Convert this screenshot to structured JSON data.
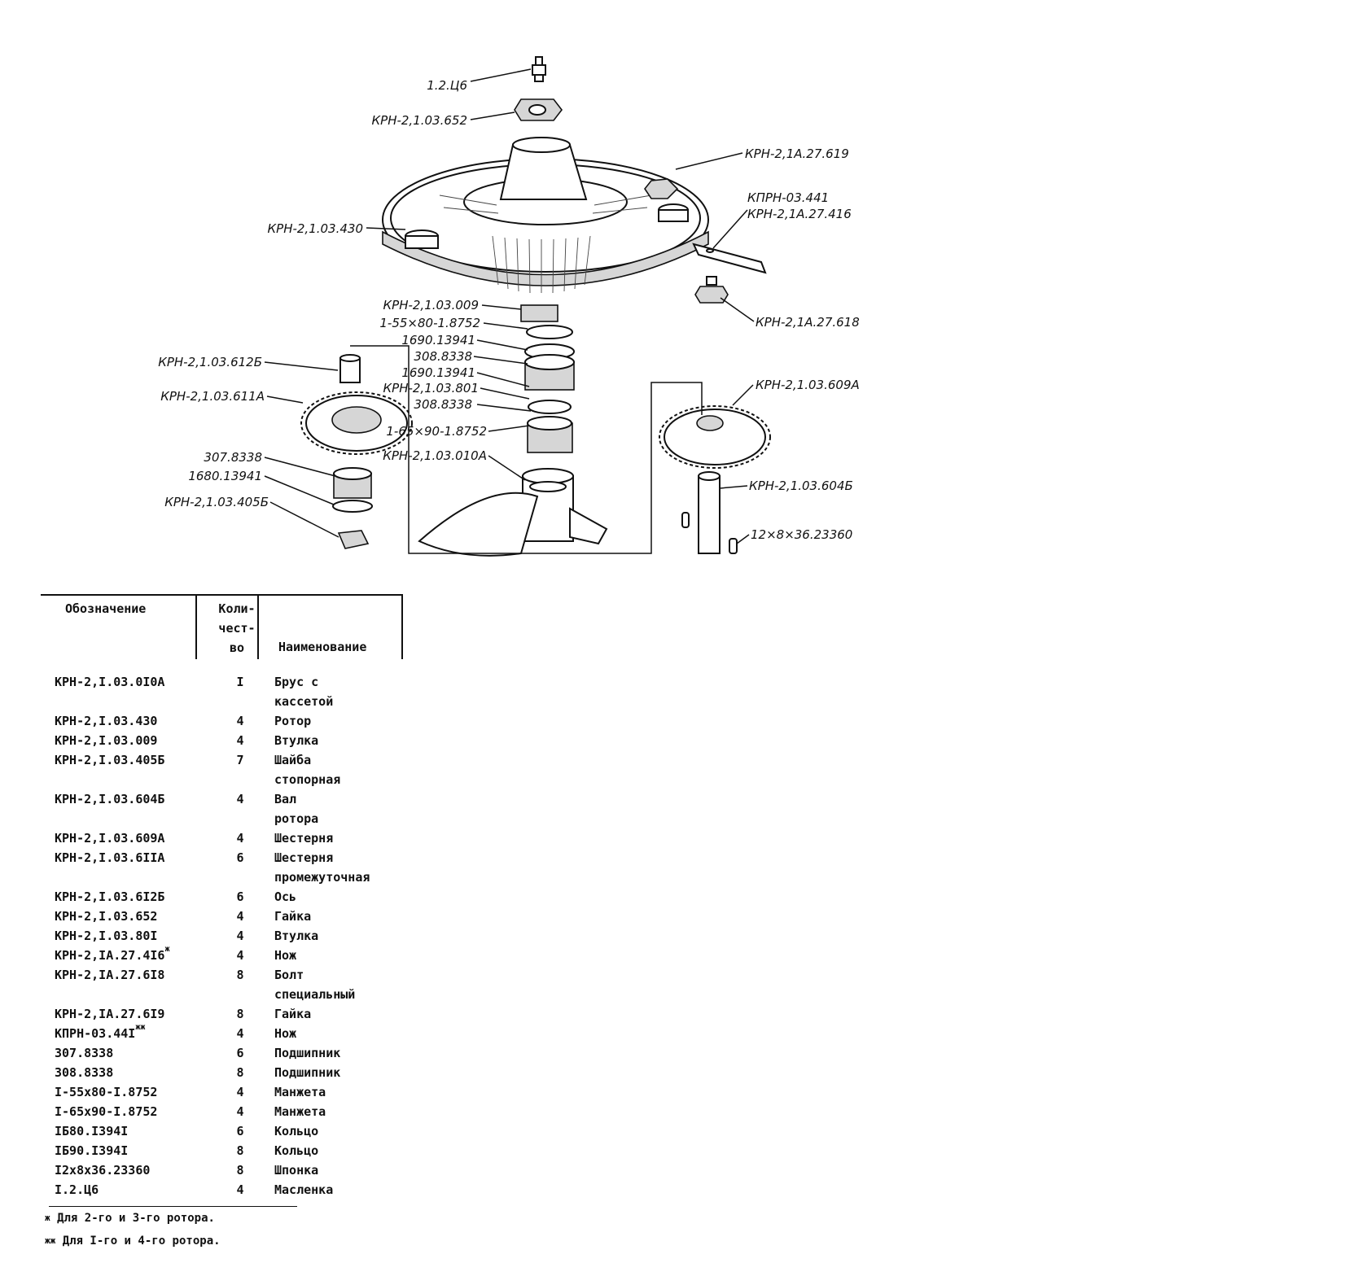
{
  "diagram": {
    "labels": {
      "oiler": "1.2.Ц6",
      "nut": "КРН-2,1.03.652",
      "nut_rotor": "КРН-2,1А.27.619",
      "knife_a": "КПРН-03.441",
      "knife_b": "КРН-2,1А.27.416",
      "rotor": "КРН-2,1.03.430",
      "bolt": "КРН-2,1А.27.618",
      "bushing": "КРН-2,1.03.009",
      "seal_55": "1-55×80-1.8752",
      "ring_1690a": "1690.13941",
      "bearing_308a": "308.8338",
      "ring_1690b": "1690.13941",
      "bushing_801": "КРН-2,1.03.801",
      "bearing_308b": "308.8338",
      "seal_65": "1-65×90-1.8752",
      "beam": "КРН-2,1.03.010А",
      "axle": "КРН-2,1.03.612Б",
      "idler_gear": "КРН-2,1.03.611А",
      "bearing_307": "307.8338",
      "ring_1680": "1680.13941",
      "washer": "КРН-2,1.03.405Б",
      "rotor_gear": "КРН-2,1.03.609А",
      "shaft": "КРН-2,1.03.604Б",
      "key": "12×8×36.23360"
    }
  },
  "table": {
    "headers": {
      "designation": "Обозначение",
      "quantity_lines": [
        "Коли-",
        "чест-",
        "во"
      ],
      "name": "Наименование"
    },
    "rows": [
      {
        "designation": "КРН-2,I.03.0I0А",
        "mark": "",
        "qty": "I",
        "name_lines": [
          "Брус с",
          "кассетой"
        ]
      },
      {
        "designation": "КРН-2,I.03.430",
        "mark": "",
        "qty": "4",
        "name_lines": [
          "Ротор"
        ]
      },
      {
        "designation": "КРН-2,I.03.009",
        "mark": "",
        "qty": "4",
        "name_lines": [
          "Втулка"
        ]
      },
      {
        "designation": "КРН-2,I.03.405Б",
        "mark": "",
        "qty": "7",
        "name_lines": [
          "Шайба",
          "стопорная"
        ]
      },
      {
        "designation": "КРН-2,I.03.604Б",
        "mark": "",
        "qty": "4",
        "name_lines": [
          "Вал",
          "ротора"
        ]
      },
      {
        "designation": "КРН-2,I.03.609А",
        "mark": "",
        "qty": "4",
        "name_lines": [
          "Шестерня"
        ]
      },
      {
        "designation": "КРН-2,I.03.6IIА",
        "mark": "",
        "qty": "6",
        "name_lines": [
          "Шестерня",
          "промежуточная"
        ]
      },
      {
        "designation": "КРН-2,I.03.6I2Б",
        "mark": "",
        "qty": "6",
        "name_lines": [
          "Ось"
        ]
      },
      {
        "designation": "КРН-2,I.03.652",
        "mark": "",
        "qty": "4",
        "name_lines": [
          "Гайка"
        ]
      },
      {
        "designation": "КРН-2,I.03.80I",
        "mark": "",
        "qty": "4",
        "name_lines": [
          "Втулка"
        ]
      },
      {
        "designation": "КРН-2,IА.27.4I6",
        "mark": "ж",
        "qty": "4",
        "name_lines": [
          "Нож"
        ]
      },
      {
        "designation": "КРН-2,IА.27.6I8",
        "mark": "",
        "qty": "8",
        "name_lines": [
          "Болт",
          "специальный"
        ]
      },
      {
        "designation": "КРН-2,IА.27.6I9",
        "mark": "",
        "qty": "8",
        "name_lines": [
          "Гайка"
        ]
      },
      {
        "designation": "КПРН-03.44I",
        "mark": "жж",
        "qty": "4",
        "name_lines": [
          "Нож"
        ]
      },
      {
        "designation": "307.8338",
        "mark": "",
        "qty": "6",
        "name_lines": [
          "Подшипник"
        ]
      },
      {
        "designation": "308.8338",
        "mark": "",
        "qty": "8",
        "name_lines": [
          "Подшипник"
        ]
      },
      {
        "designation": "I-55х80-I.8752",
        "mark": "",
        "qty": "4",
        "name_lines": [
          "Манжета"
        ]
      },
      {
        "designation": "I-65х90-I.8752",
        "mark": "",
        "qty": "4",
        "name_lines": [
          "Манжета"
        ]
      },
      {
        "designation": "IБ80.I394I",
        "mark": "",
        "qty": "6",
        "name_lines": [
          "Кольцо"
        ]
      },
      {
        "designation": "IБ90.I394I",
        "mark": "",
        "qty": "8",
        "name_lines": [
          "Кольцо"
        ]
      },
      {
        "designation": "I2х8х36.23360",
        "mark": "",
        "qty": "8",
        "name_lines": [
          "Шпонка"
        ]
      },
      {
        "designation": "I.2.Ц6",
        "mark": "",
        "qty": "4",
        "name_lines": [
          "Масленка"
        ]
      }
    ],
    "footnotes": [
      {
        "mark": "ж",
        "text": "Для 2-го и 3-го ротора."
      },
      {
        "mark": "жж",
        "text": "Для I-го и 4-го ротора."
      }
    ]
  }
}
